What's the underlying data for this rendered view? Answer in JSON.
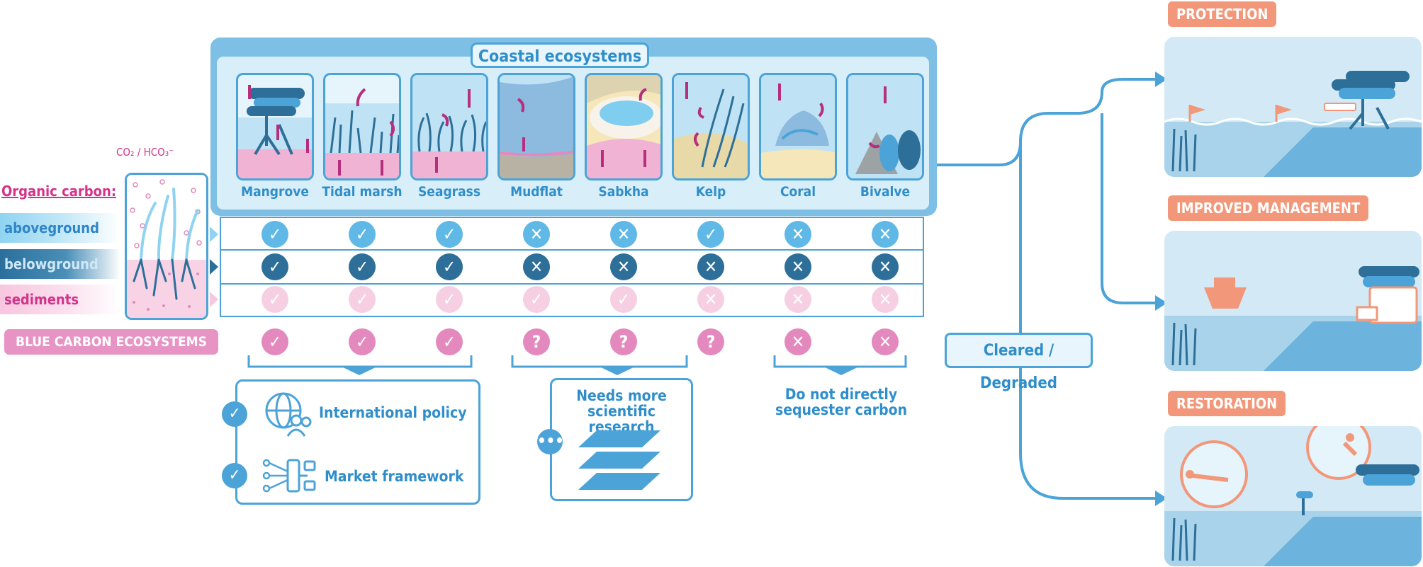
{
  "organic_carbon": {
    "title": "Organic carbon:",
    "co2_label": "CO₂ / HCO₃⁻",
    "layers": [
      "aboveground",
      "belowground",
      "sediments"
    ]
  },
  "coastal_title": "Coastal ecosystems",
  "ecosystems": [
    "Mangrove",
    "Tidal marsh",
    "Seagrass",
    "Mudflat",
    "Sabkha",
    "Kelp",
    "Coral",
    "Bivalve"
  ],
  "matrix": {
    "aboveground": [
      "check",
      "check",
      "check",
      "cross",
      "cross",
      "check",
      "cross",
      "cross"
    ],
    "belowground": [
      "check",
      "check",
      "check",
      "cross",
      "cross",
      "cross",
      "cross",
      "cross"
    ],
    "sediments": [
      "check",
      "check",
      "check",
      "check",
      "check",
      "cross",
      "cross",
      "cross"
    ],
    "blue_carbon": [
      "check",
      "check",
      "check",
      "question",
      "question",
      "question",
      "cross",
      "cross"
    ]
  },
  "blue_carbon_label": "BLUE CARBON ECOSYSTEMS",
  "groups": {
    "policy": "International policy",
    "market": "Market framework",
    "research": "Needs more scientific research",
    "not_sequester": "Do not directly sequester carbon"
  },
  "cleared_label": "Cleared / Degraded",
  "outcomes": [
    "PROTECTION",
    "IMPROVED MANAGEMENT",
    "RESTORATION"
  ],
  "colors": {
    "blue": "#4ba3d8",
    "light_blue": "#5fb8e6",
    "dark_blue": "#2d6f98",
    "pink": "#d3338a",
    "light_pink": "#f6cfe3",
    "mid_pink": "#e389bd",
    "orange": "#f29779"
  }
}
